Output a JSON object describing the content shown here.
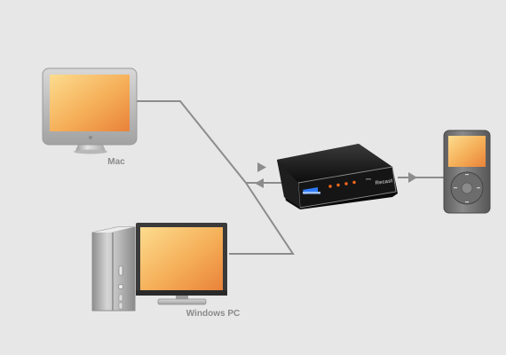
{
  "devices": {
    "mac": {
      "label": "Mac",
      "icon": "imac-icon"
    },
    "pc": {
      "label": "Windows PC",
      "icon": "desktop-pc-icon"
    },
    "hub": {
      "label": "Recast",
      "icon": "media-hub-icon",
      "led_count": 4
    },
    "player": {
      "icon": "portable-media-player-icon"
    }
  },
  "colors": {
    "background": "#e7e7e7",
    "connector": "#8c8c8c",
    "screen_light": "#fbd98a",
    "screen_dark": "#e8823a",
    "hub_led": "#ff6a1a",
    "hub_accent": "#2f7cff"
  }
}
